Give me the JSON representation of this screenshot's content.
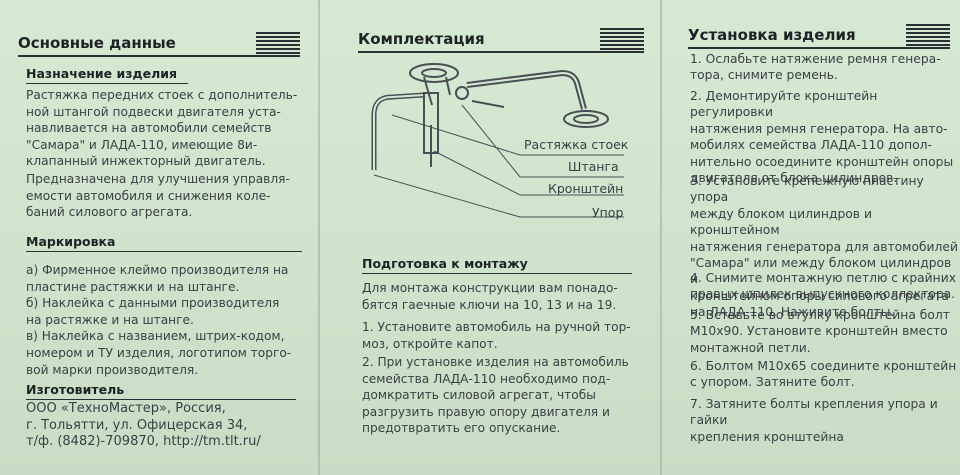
{
  "col1": {
    "header": "Основные данные",
    "purpose_title": "Назначение изделия",
    "purpose_p1": [
      "Растяжка передних стоек с дополнитель-",
      "ной штангой подвески двигателя уста-",
      "навливается на автомобили семейств",
      "\"Самара\" и ЛАДА-110, имеющие 8и-",
      "клапанный инжекторный двигатель."
    ],
    "purpose_p2": [
      "Предназначена для улучшения управля-",
      "емости автомобиля и снижения коле-",
      "баний силового агрегата."
    ],
    "marking_title": "Маркировка",
    "marking_items": [
      [
        "а) Фирменное клеймо производителя на",
        "пластине растяжки и на штанге."
      ],
      [
        "б)  Наклейка с данными производителя",
        "на растяжке и на штанге."
      ],
      [
        "в)  Наклейка с названием, штрих-кодом,",
        "номером и ТУ изделия, логотипом торго-",
        "вой марки производителя."
      ]
    ],
    "maker_title": "Изготовитель",
    "maker_lines": [
      "ООО «ТехноМастер», Россия,",
      "г. Тольятти, ул. Офицерская 34,",
      "т/ф. (8482)-709870, http://tm.tlt.ru/"
    ]
  },
  "col2": {
    "header": "Комплектация",
    "labels": [
      "Растяжка стоек",
      "Штанга",
      "Кронштейн",
      "Упор"
    ],
    "prep_title": "Подготовка к монтажу",
    "prep_p1": [
      "Для монтажа конструкции вам понадо-",
      "бятся гаечные ключи на 10, 13 и на 19."
    ],
    "prep_p2": [
      "1. Установите автомобиль на ручной тор-",
      "моз, откройте капот."
    ],
    "prep_p3": [
      "2. При установке изделия на автомобиль",
      "семейства ЛАДА-110 необходимо под-",
      "домкратить  силовой  агрегат,  чтобы",
      "разгрузить правую опору двигателя и",
      "предотвратить его опускание."
    ]
  },
  "col3": {
    "header": "Установка изделия",
    "steps": [
      [
        "1. Ослабьте натяжение ремня генера-",
        "тора, снимите ремень."
      ],
      [
        "2. Демонтируйте кронштейн регулировки",
        "натяжения ремня генератора. На авто-",
        "мобилях семейства ЛАДА-110 допол-",
        "нительно осоедините кронштейн опоры",
        "двигателя от блока цилиндров."
      ],
      [
        "3. Установите крепежную пластину упора",
        "между блоком цилиндров и кронштейном",
        "натяжения генератора для автомобилей",
        "\"Самара\" или между блоком цилиндров и",
        "кронштейном опоры силового агрегата",
        "на ЛАДА-110. Наживите болты."
      ],
      [
        "4. Снимите монтажную петлю с крайних",
        "правых шпилек выпускного коллектора."
      ],
      [
        "5. Вставьте во втулку кронштейна болт",
        "М10х90. Установите кронштейн вместо",
        "монтажной петли."
      ],
      [
        "6. Болтом М10х65 соедините кронштейн",
        "с упором. Затяните болт."
      ],
      [
        "7. Затяните болты крепления упора и гайки",
        "крепления кронштейна"
      ]
    ]
  }
}
